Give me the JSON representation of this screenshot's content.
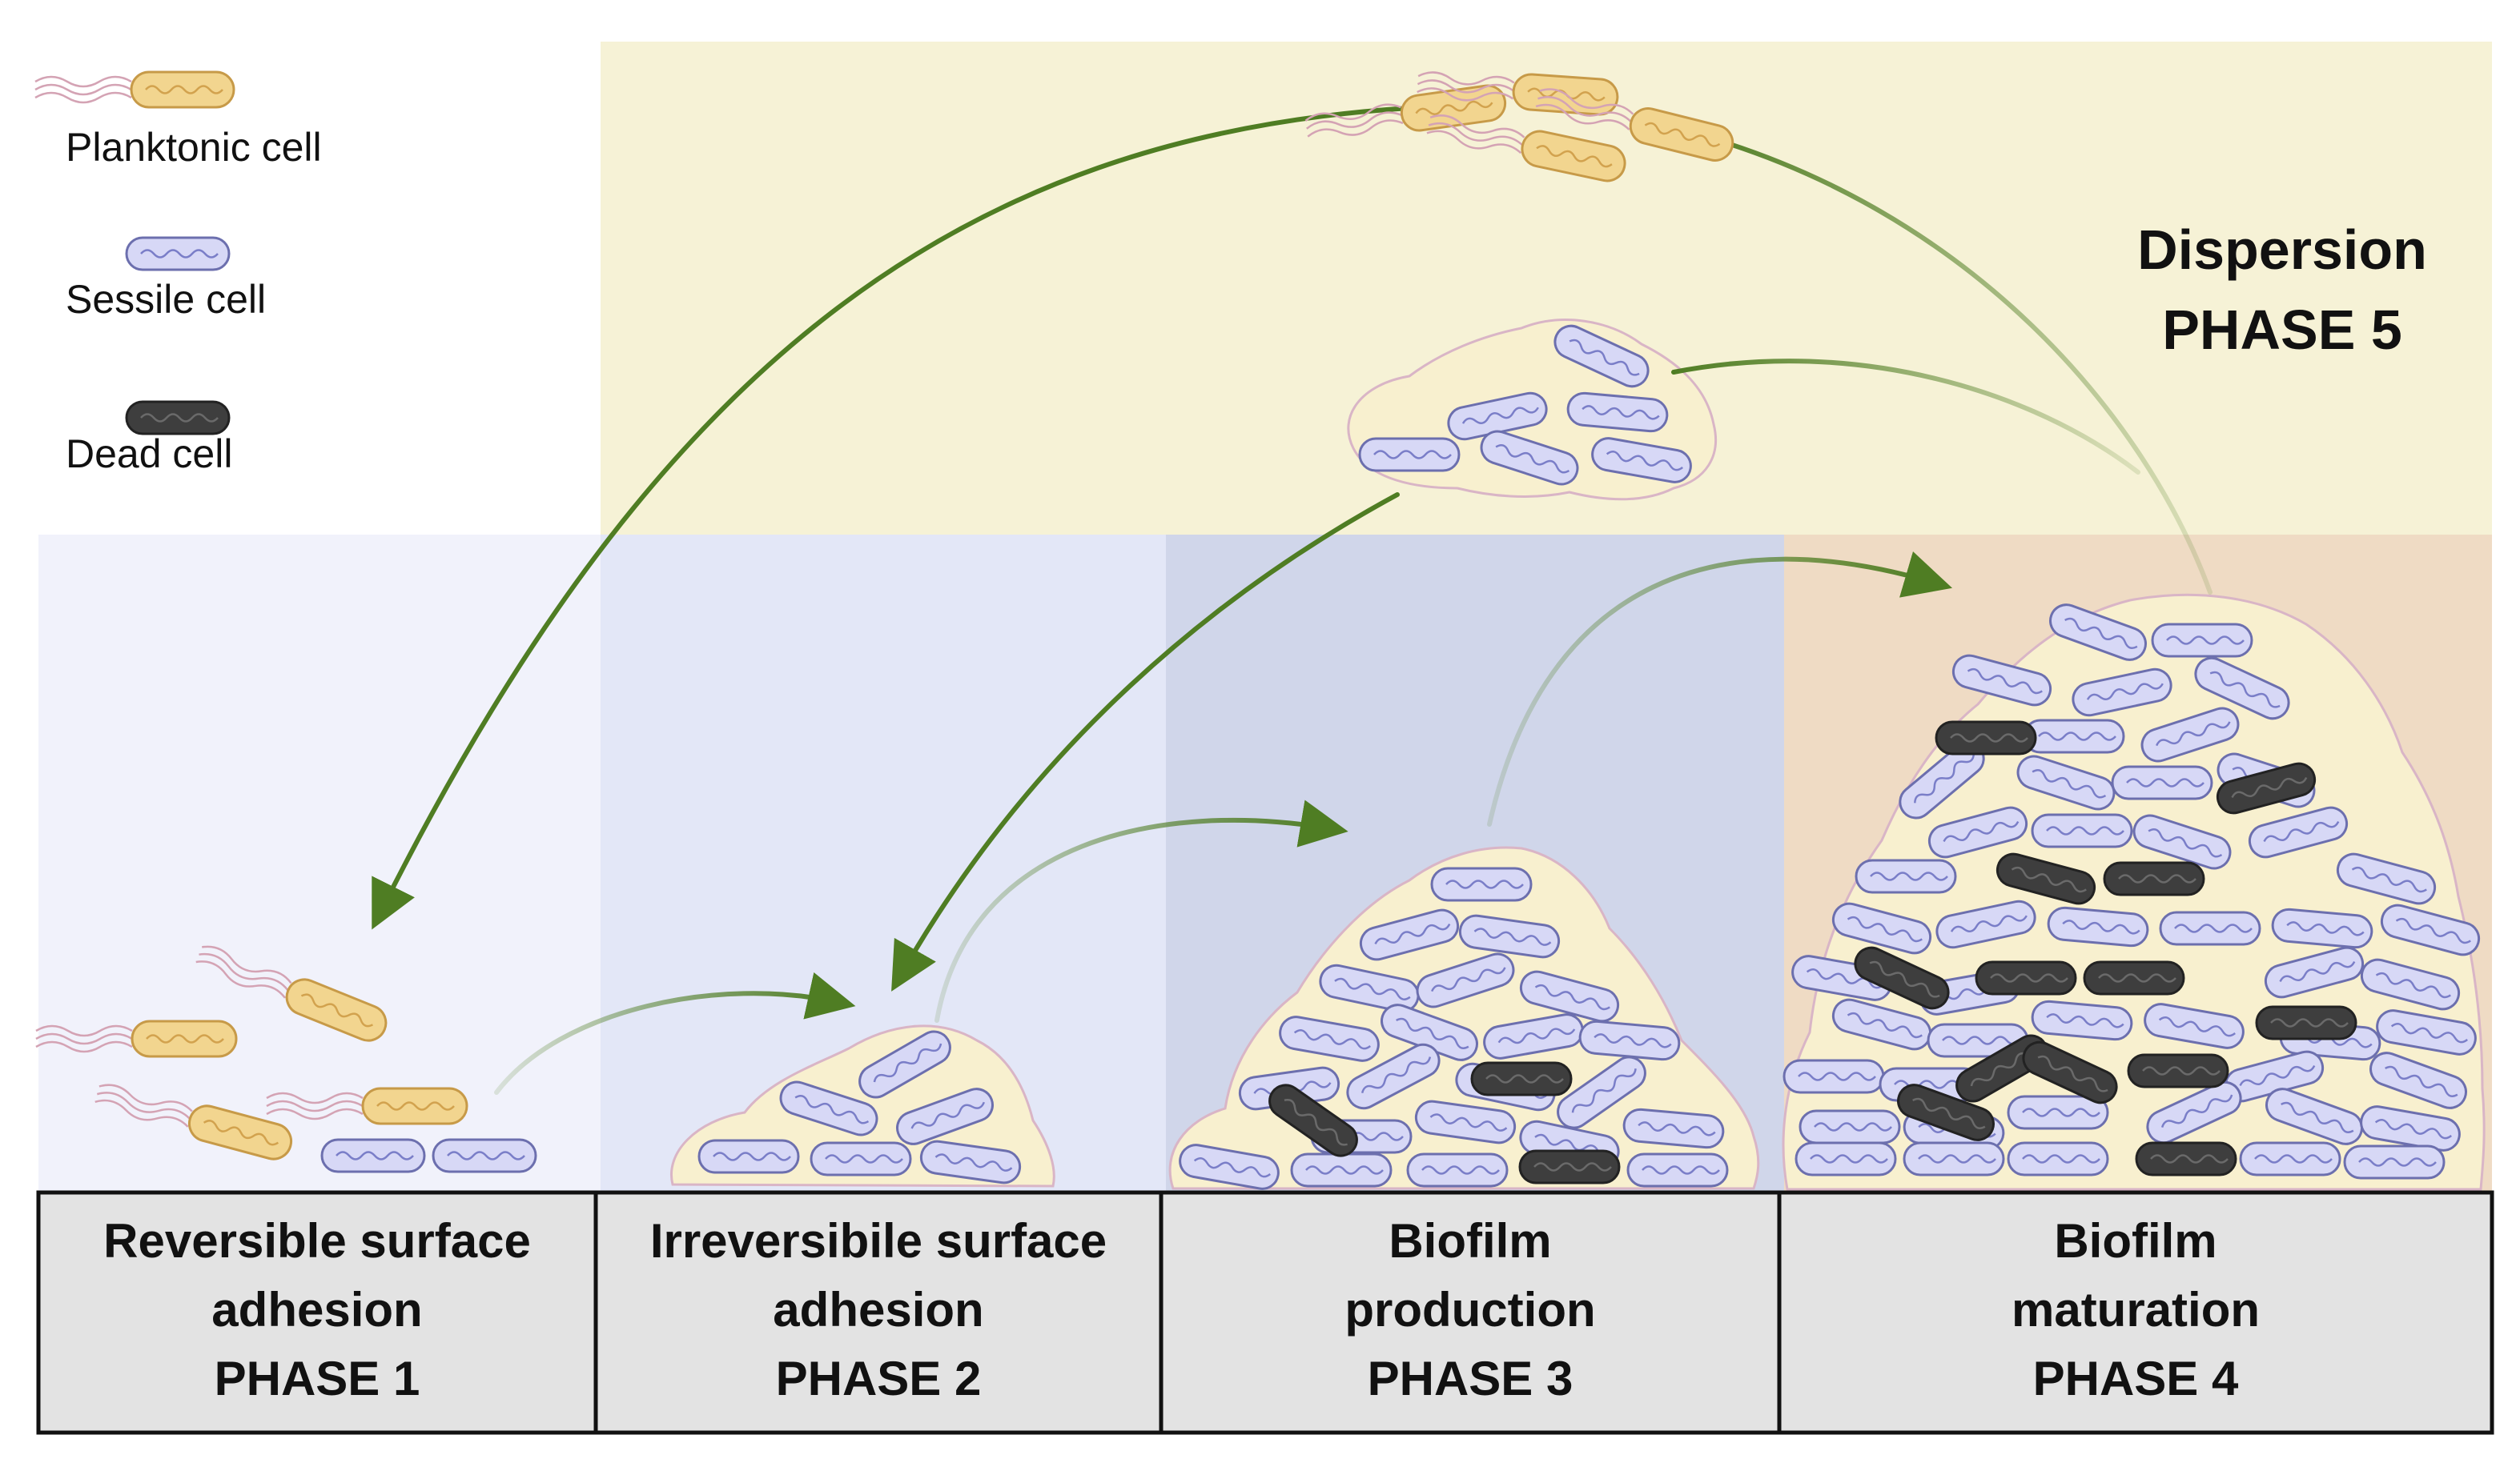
{
  "legend": {
    "planktonic": "Planktonic cell",
    "sessile": "Sessile cell",
    "dead": "Dead cell"
  },
  "dispersion": {
    "title": "Dispersion",
    "phase": "PHASE 5"
  },
  "phases": [
    {
      "title_line1": "Reversible surface",
      "title_line2": "adhesion",
      "phase": "PHASE 1"
    },
    {
      "title_line1": "Irreversibile surface",
      "title_line2": "adhesion",
      "phase": "PHASE 2"
    },
    {
      "title_line1": "Biofilm",
      "title_line2": "production",
      "phase": "PHASE 3"
    },
    {
      "title_line1": "Biofilm",
      "title_line2": "maturation",
      "phase": "PHASE 4"
    }
  ],
  "colors": {
    "dispersion_bg": "#f6f2d6",
    "phase1_bg": "#f1f2fb",
    "phase2_bg": "#e3e7f7",
    "phase3_bg": "#d0d6ea",
    "phase4_bg": "#efdbc4",
    "label_bg": "#e3e3e3",
    "arrow": "#4f7d23",
    "planktonic_fill": "#f2d58f",
    "sessile_fill": "#d7d8f6",
    "dead_fill": "#3e3e3e",
    "matrix_fill": "#f8f0cf"
  },
  "icons": {
    "planktonic": "rod-bacterium-with-flagella",
    "sessile": "rod-bacterium",
    "dead": "dark-rod-bacterium"
  }
}
